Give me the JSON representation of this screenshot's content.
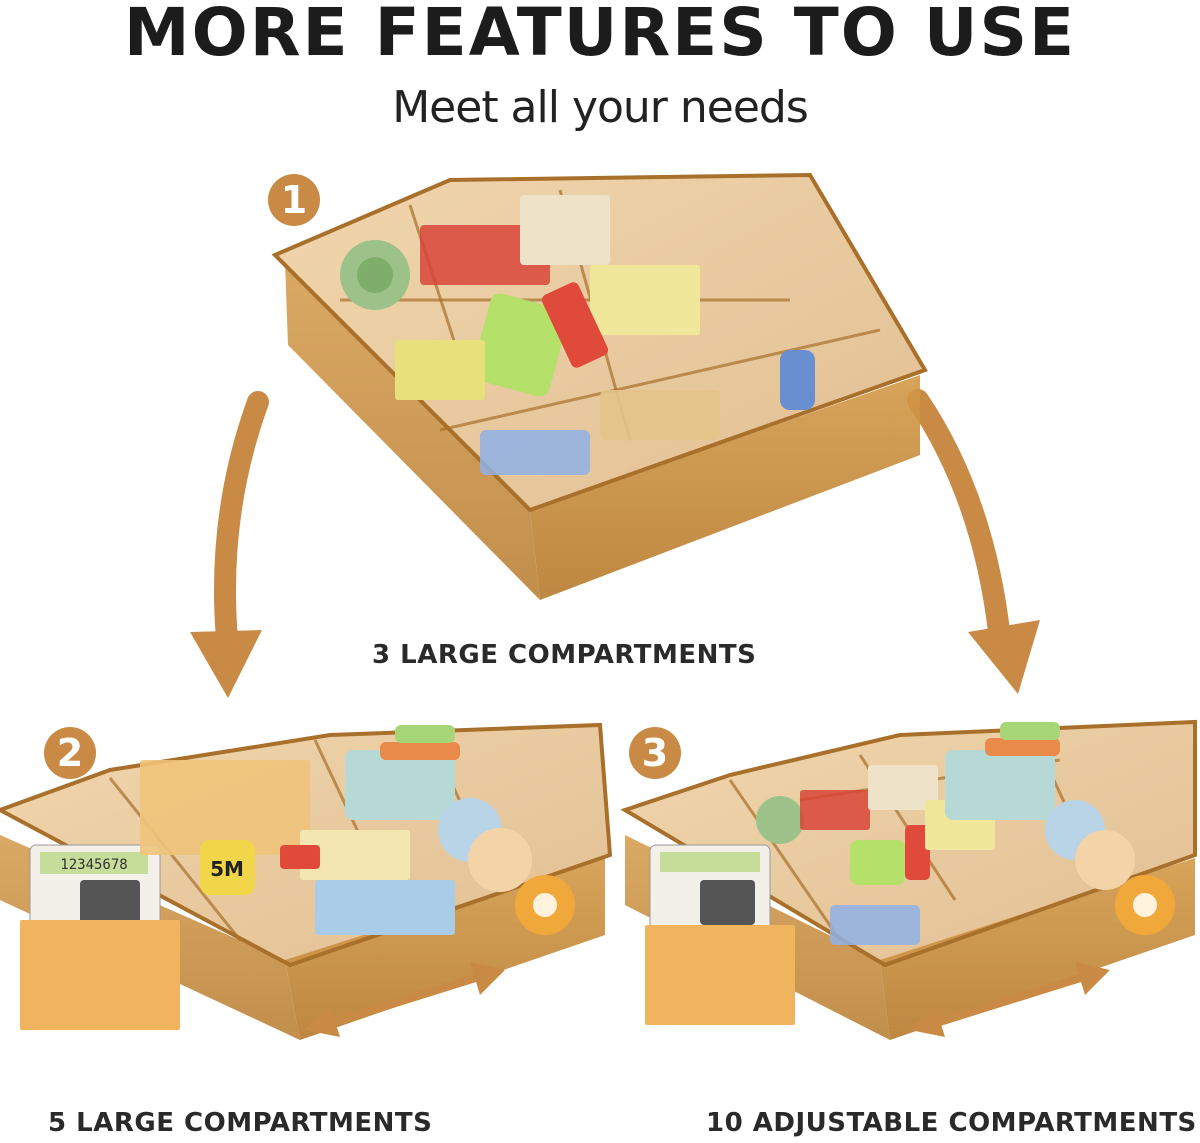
{
  "header": {
    "title": "MORE FEATURES TO USE",
    "subtitle": "Meet all your needs"
  },
  "configurations": [
    {
      "number": "1",
      "caption": "3 LARGE COMPARTMENTS"
    },
    {
      "number": "2",
      "caption": "5 LARGE COMPARTMENTS"
    },
    {
      "number": "3",
      "caption": "10 ADJUSTABLE COMPARTMENTS"
    }
  ],
  "product_labels": {
    "calculator_display": "12345678",
    "tape_measure_label": "5M"
  },
  "colors": {
    "accent": "#c98a45",
    "tray_amber": "#d9a04a",
    "tray_edge": "#a8702a"
  }
}
